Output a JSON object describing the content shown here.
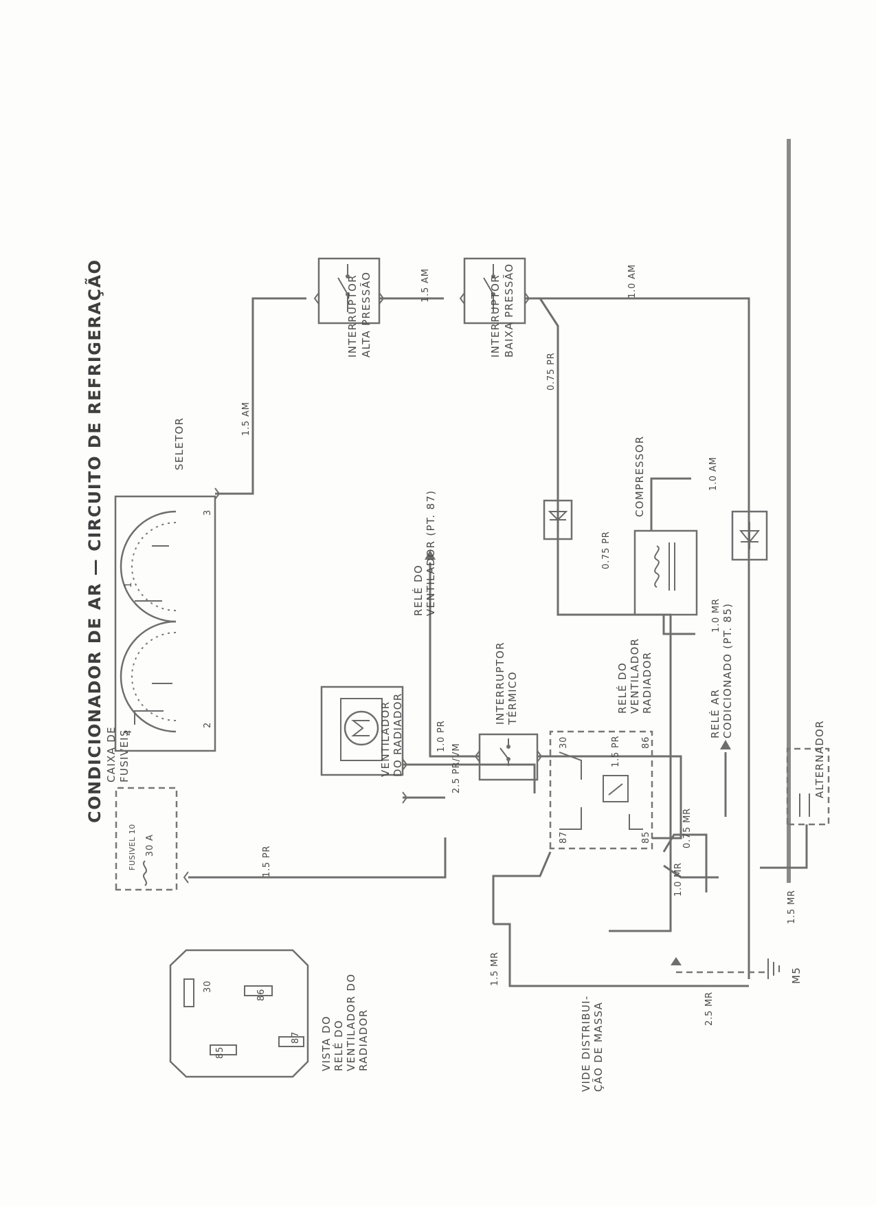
{
  "title": "CONDICIONADOR DE AR — CIRCUITO DE REFRIGERAÇÃO",
  "components": {
    "fuse_box": {
      "title": [
        "CAIXA DE",
        "FUSIVEIS"
      ],
      "fuse_name": "FUSIVEL 10",
      "fuse_rating": "30 A"
    },
    "radiator_fan": {
      "label": [
        "VENTILADOR",
        "DO RADIADOR"
      ]
    },
    "selector": {
      "label": "SELETOR",
      "pins": [
        "1",
        "2",
        "3",
        "4"
      ]
    },
    "high_pressure_switch": {
      "label": [
        "INTERRUPTOR",
        "ALTA PRESSÃO"
      ]
    },
    "low_pressure_switch": {
      "label": [
        "INTERRUPTOR",
        "BAIXA PRESSÃO"
      ]
    },
    "thermal_switch": {
      "label": [
        "INTERRUPTOR",
        "TÉRMICO"
      ]
    },
    "compressor": {
      "label": "COMPRESSOR"
    },
    "fan_relay": {
      "label": [
        "RELÉ DO",
        "VENTILADOR",
        "RADIADOR"
      ],
      "pins": [
        "30",
        "86",
        "87",
        "85"
      ]
    },
    "alternator": {
      "label": "ALTERNADOR"
    },
    "relay_view": {
      "caption": [
        "VISTA DO",
        "RELÉ DO",
        "VENTILADOR DO",
        "RADIADOR"
      ],
      "pins": [
        "30",
        "85",
        "86",
        "87"
      ]
    }
  },
  "wires": {
    "fuse_to_fan": "1.5 PR",
    "fan_to_relay30": "2.5 PR/VM",
    "selector_to_hp": "1.5 AM",
    "hp_to_lp": "1.5 AM",
    "lp_right": "1.0 AM",
    "lp_down": "0.75 PR",
    "diode_down": "0.75 PR",
    "thermal_left": "1.0 PR",
    "thermal_right": "1.5 PR",
    "compressor_top": "1.0 AM",
    "compressor_bottom": "1.0 MR",
    "relay86": "0.75 MR",
    "relay85": "1.0 MR",
    "relay87": "1.5 MR",
    "alternator": "1.5 MR",
    "ground": "2.5 MR"
  },
  "references": {
    "fan_relay_pt87": [
      "RELÉ DO",
      "VENTILADOR (PT. 87)"
    ],
    "ac_relay_pt85": [
      "RELÉ  AR",
      "CODICIONADO (PT. 85)"
    ],
    "ground_dist": [
      "VIDE DISTRIBUI-",
      "ÇÃO DE MASSA"
    ],
    "ground_point": "M5"
  }
}
